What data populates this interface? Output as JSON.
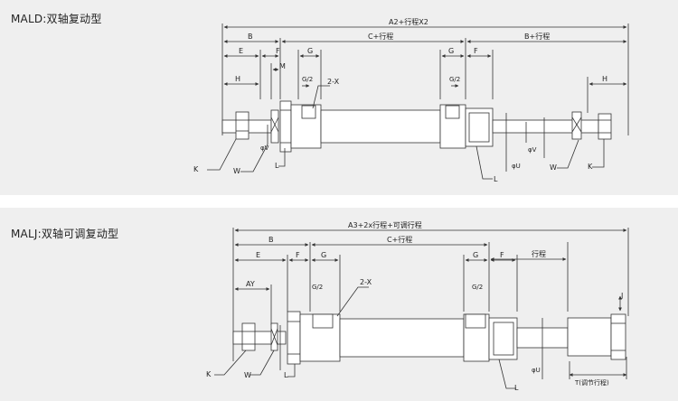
{
  "top": {
    "title": "MALD:双轴复动型",
    "labels": {
      "total": "A2+行程X2",
      "B_left": "B",
      "C_stroke": "C+行程",
      "B_stroke": "B+行程",
      "E": "E",
      "F_left": "F",
      "G_left": "G",
      "M": "M",
      "H_left": "H",
      "G2_left": "G/2",
      "port": "2-X",
      "G_right": "G",
      "F_right": "F",
      "G2_right": "G/2",
      "H_right": "H",
      "K_left": "K",
      "W_left": "W",
      "phiV_left": "φV",
      "L_left": "L",
      "phiU": "φU",
      "phiV_right": "φV",
      "L_right": "L",
      "W_right": "W",
      "K_right": "K"
    }
  },
  "bottom": {
    "title": "MALJ:双轴可调复动型",
    "labels": {
      "total": "A3+2x行程+可调行程",
      "B": "B",
      "C_stroke": "C+行程",
      "stroke": "行程",
      "E": "E",
      "F_left": "F",
      "G_left": "G",
      "G_right": "G",
      "F_right": "F",
      "AY": "AY",
      "G2_left": "G/2",
      "port": "2-X",
      "G2_right": "G/2",
      "J": "J",
      "K": "K",
      "W": "W",
      "L_left": "L",
      "phiU": "φU",
      "L_right": "L",
      "adjust": "T(调节行程)"
    }
  }
}
